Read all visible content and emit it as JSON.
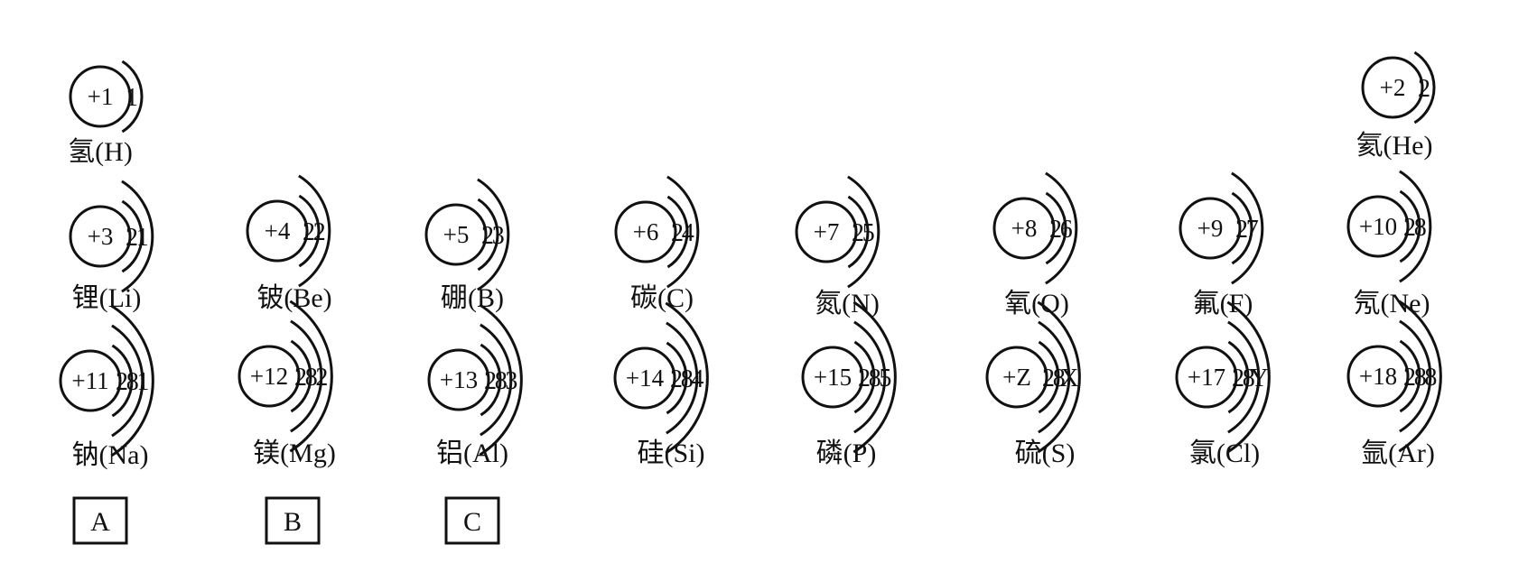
{
  "atoms": [
    {
      "id": "H",
      "nucleus": "+1",
      "shells": [
        "1"
      ],
      "label": "氢(H)"
    },
    {
      "id": "He",
      "nucleus": "+2",
      "shells": [
        "2"
      ],
      "label": "氦(He)"
    },
    {
      "id": "Li",
      "nucleus": "+3",
      "shells": [
        "2",
        "1"
      ],
      "label": "锂(Li)"
    },
    {
      "id": "Be",
      "nucleus": "+4",
      "shells": [
        "2",
        "2"
      ],
      "label": "铍(Be)"
    },
    {
      "id": "B",
      "nucleus": "+5",
      "shells": [
        "2",
        "3"
      ],
      "label": "硼(B)"
    },
    {
      "id": "C",
      "nucleus": "+6",
      "shells": [
        "2",
        "4"
      ],
      "label": "碳(C)"
    },
    {
      "id": "N",
      "nucleus": "+7",
      "shells": [
        "2",
        "5"
      ],
      "label": "氮(N)"
    },
    {
      "id": "O",
      "nucleus": "+8",
      "shells": [
        "2",
        "6"
      ],
      "label": "氧(O)"
    },
    {
      "id": "F",
      "nucleus": "+9",
      "shells": [
        "2",
        "7"
      ],
      "label": "氟(F)"
    },
    {
      "id": "Ne",
      "nucleus": "+10",
      "shells": [
        "2",
        "8"
      ],
      "label": "氖(Ne)"
    },
    {
      "id": "Na",
      "nucleus": "+11",
      "shells": [
        "2",
        "8",
        "1"
      ],
      "label": "钠(Na)"
    },
    {
      "id": "Mg",
      "nucleus": "+12",
      "shells": [
        "2",
        "8",
        "2"
      ],
      "label": "镁(Mg)"
    },
    {
      "id": "Al",
      "nucleus": "+13",
      "shells": [
        "2",
        "8",
        "3"
      ],
      "label": "铝(Al)"
    },
    {
      "id": "Si",
      "nucleus": "+14",
      "shells": [
        "2",
        "8",
        "4"
      ],
      "label": "硅(Si)"
    },
    {
      "id": "P",
      "nucleus": "+15",
      "shells": [
        "2",
        "8",
        "5"
      ],
      "label": "磷(P)"
    },
    {
      "id": "S",
      "nucleus": "+Z",
      "shells": [
        "2",
        "8",
        "X"
      ],
      "label": "硫(S)"
    },
    {
      "id": "Cl",
      "nucleus": "+17",
      "shells": [
        "2",
        "8",
        "Y"
      ],
      "label": "氯(Cl)"
    },
    {
      "id": "Ar",
      "nucleus": "+18",
      "shells": [
        "2",
        "8",
        "8"
      ],
      "label": "氩(Ar)"
    }
  ],
  "tags": [
    "A",
    "B",
    "C"
  ]
}
